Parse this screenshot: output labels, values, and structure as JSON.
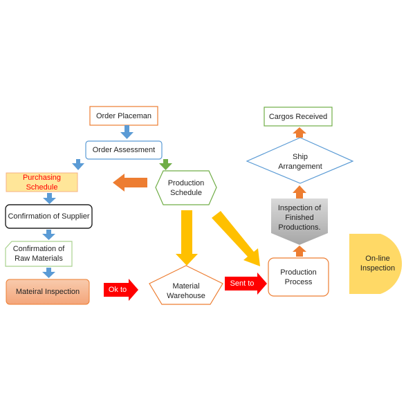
{
  "nodes": {
    "order_placement": "Order Placeman",
    "order_assessment": "Order Assessment",
    "purchasing_schedule": "Purchasing Schedule",
    "production_schedule": "Production\nSchedule",
    "confirmation_supplier": "Confirmation of Supplier",
    "confirmation_raw_materials": "Confirmation of\nRaw Materials",
    "material_inspection": "Mateiral Inspection",
    "material_warehouse": "Material\nWarehouse",
    "production_process": "Production\nProcess",
    "inspection_finished": "Inspection of\nFinished\nProductions.",
    "ship_arrangement": "Ship\nArrangement",
    "cargos_received": "Cargos Received",
    "online_inspection": "On-line\nInspection"
  },
  "edge_labels": {
    "ok_to": "Ok to",
    "sent_to": "Sent to"
  },
  "colors": {
    "orange_border": "#ED7D31",
    "blue_border": "#5B9BD5",
    "green_border": "#70AD47",
    "blue_arrow": "#5B9BD5",
    "green_arrow": "#70AD47",
    "orange_arrow": "#ED7D31",
    "yellow_arrow": "#FFC000",
    "red_arrow": "#FF0000",
    "purchasing_fill": "#FFE699",
    "purchasing_text": "#FF0000",
    "inspection_fill": "#F4B183",
    "finished_fill": "#BFBFBF",
    "online_fill": "#FFD966"
  }
}
